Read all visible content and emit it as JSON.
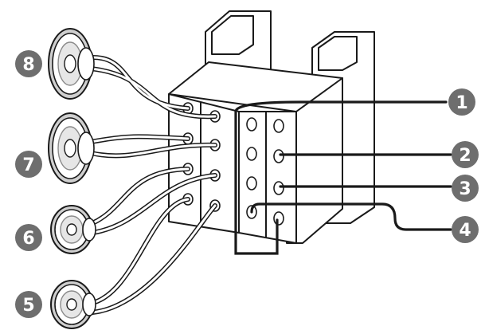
{
  "callouts": {
    "c1": "1",
    "c2": "2",
    "c3": "3",
    "c4": "4",
    "c5": "5",
    "c6": "6",
    "c7": "7",
    "c8": "8"
  },
  "colors": {
    "badge": "#6e6e6e",
    "line": "#1a1a1a",
    "fill": "#ffffff",
    "speaker_shade": "#cfcfcf",
    "speaker_dark": "#8a8a8a"
  },
  "icons": {
    "speaker": "speaker-icon",
    "connector": "iso-connector-icon"
  }
}
